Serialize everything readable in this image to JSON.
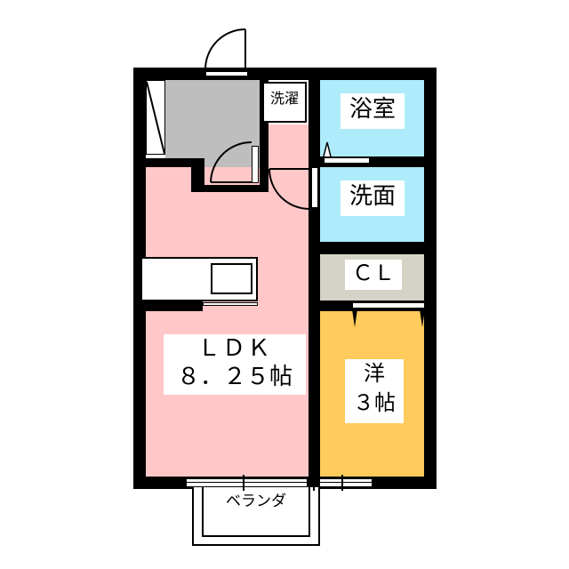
{
  "floorplan": {
    "rooms": [
      {
        "id": "ldk",
        "label": "ＬＤＫ",
        "area": "８．２５帖",
        "color": "#ffc7c8"
      },
      {
        "id": "western",
        "label": "洋",
        "area": "３帖",
        "color": "#fecb5c"
      },
      {
        "id": "bath",
        "label": "浴室",
        "color": "#aeebfb"
      },
      {
        "id": "washroom",
        "label": "洗面",
        "color": "#aeebfb"
      },
      {
        "id": "closet",
        "label": "ＣＬ",
        "color": "#d5d3c7"
      },
      {
        "id": "entrance",
        "label": "",
        "color": "#bebebe"
      },
      {
        "id": "laundry",
        "label": "洗濯"
      },
      {
        "id": "veranda",
        "label": "ベランダ"
      }
    ],
    "colors": {
      "wall": "#000000",
      "background": "#ffffff"
    }
  }
}
